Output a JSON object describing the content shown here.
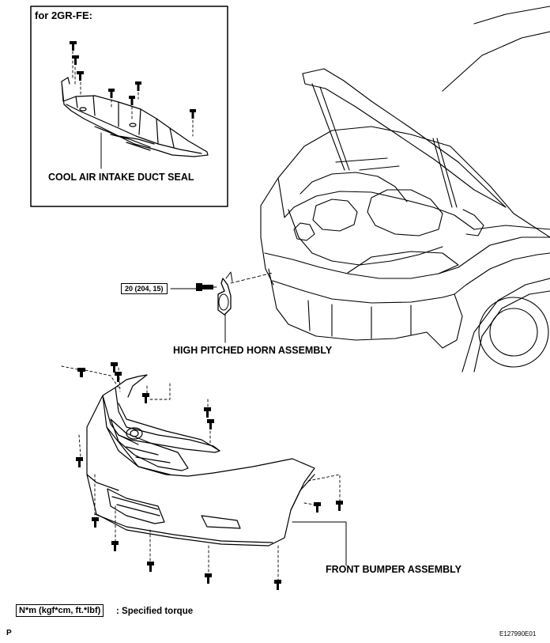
{
  "inset": {
    "title": "for 2GR-FE:",
    "part_label": "COOL AIR INTAKE DUCT SEAL"
  },
  "horn": {
    "torque": "20 (204, 15)",
    "label": "HIGH PITCHED HORN ASSEMBLY"
  },
  "bumper": {
    "label": "FRONT BUMPER ASSEMBLY"
  },
  "legend": {
    "unit": "N*m (kgf*cm, ft.*lbf)",
    "text": ": Specified torque"
  },
  "footer": {
    "left": "P",
    "code": "E127990E01"
  }
}
